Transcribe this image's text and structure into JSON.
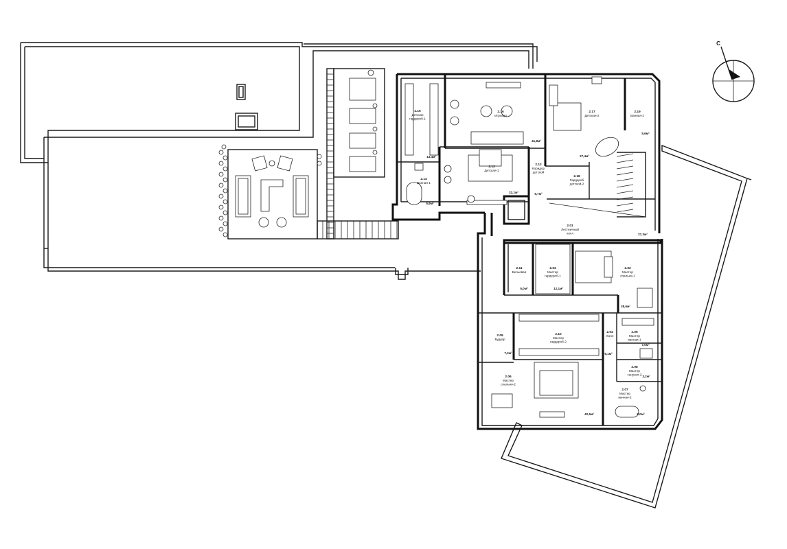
{
  "compass": {
    "label": "С"
  },
  "rooms": [
    {
      "id": "2.01",
      "name": "Лестничный холл",
      "area": "27,3м²"
    },
    {
      "id": "2.02",
      "name": "Мастер спальня-1",
      "area": "28,6м²"
    },
    {
      "id": "2.03",
      "name": "Мастер гардероб-1",
      "area": "12,1м²"
    },
    {
      "id": "2.04",
      "name": "Холл",
      "area": "6,1м²"
    },
    {
      "id": "2.05",
      "name": "Мастер ванная-1",
      "area": "7,0м²"
    },
    {
      "id": "2.06",
      "name": "Мастер спальня-2",
      "area": "42,5м²"
    },
    {
      "id": "2.07",
      "name": "Мастер ванная-2",
      "area": "8,0м²"
    },
    {
      "id": "2.08",
      "name": "Мастер санузел-2",
      "area": "3,2м²"
    },
    {
      "id": "2.09",
      "name": "Будуар",
      "area": "7,3м²"
    },
    {
      "id": "2.10",
      "name": "Мастер гардероб-2",
      "area": ""
    },
    {
      "id": "2.11",
      "name": "Бельевая",
      "area": "5,0м²"
    },
    {
      "id": "2.12",
      "name": "Коридор детской",
      "area": "5,7м²"
    },
    {
      "id": "2.13",
      "name": "Детская-1",
      "area": "22,1м²"
    },
    {
      "id": "2.14",
      "name": "Ванная-1",
      "area": "5,9м²"
    },
    {
      "id": "2.15",
      "name": "Детская гардероб-1",
      "area": "13,4м²"
    },
    {
      "id": "2.16",
      "name": "Игровая",
      "area": "41,8м²"
    },
    {
      "id": "2.17",
      "name": "Детская-2",
      "area": "27,4м²"
    },
    {
      "id": "2.18",
      "name": "Гардероб детской-2",
      "area": ""
    },
    {
      "id": "2.19",
      "name": "Ванная-2",
      "area": "5,6м²"
    }
  ]
}
